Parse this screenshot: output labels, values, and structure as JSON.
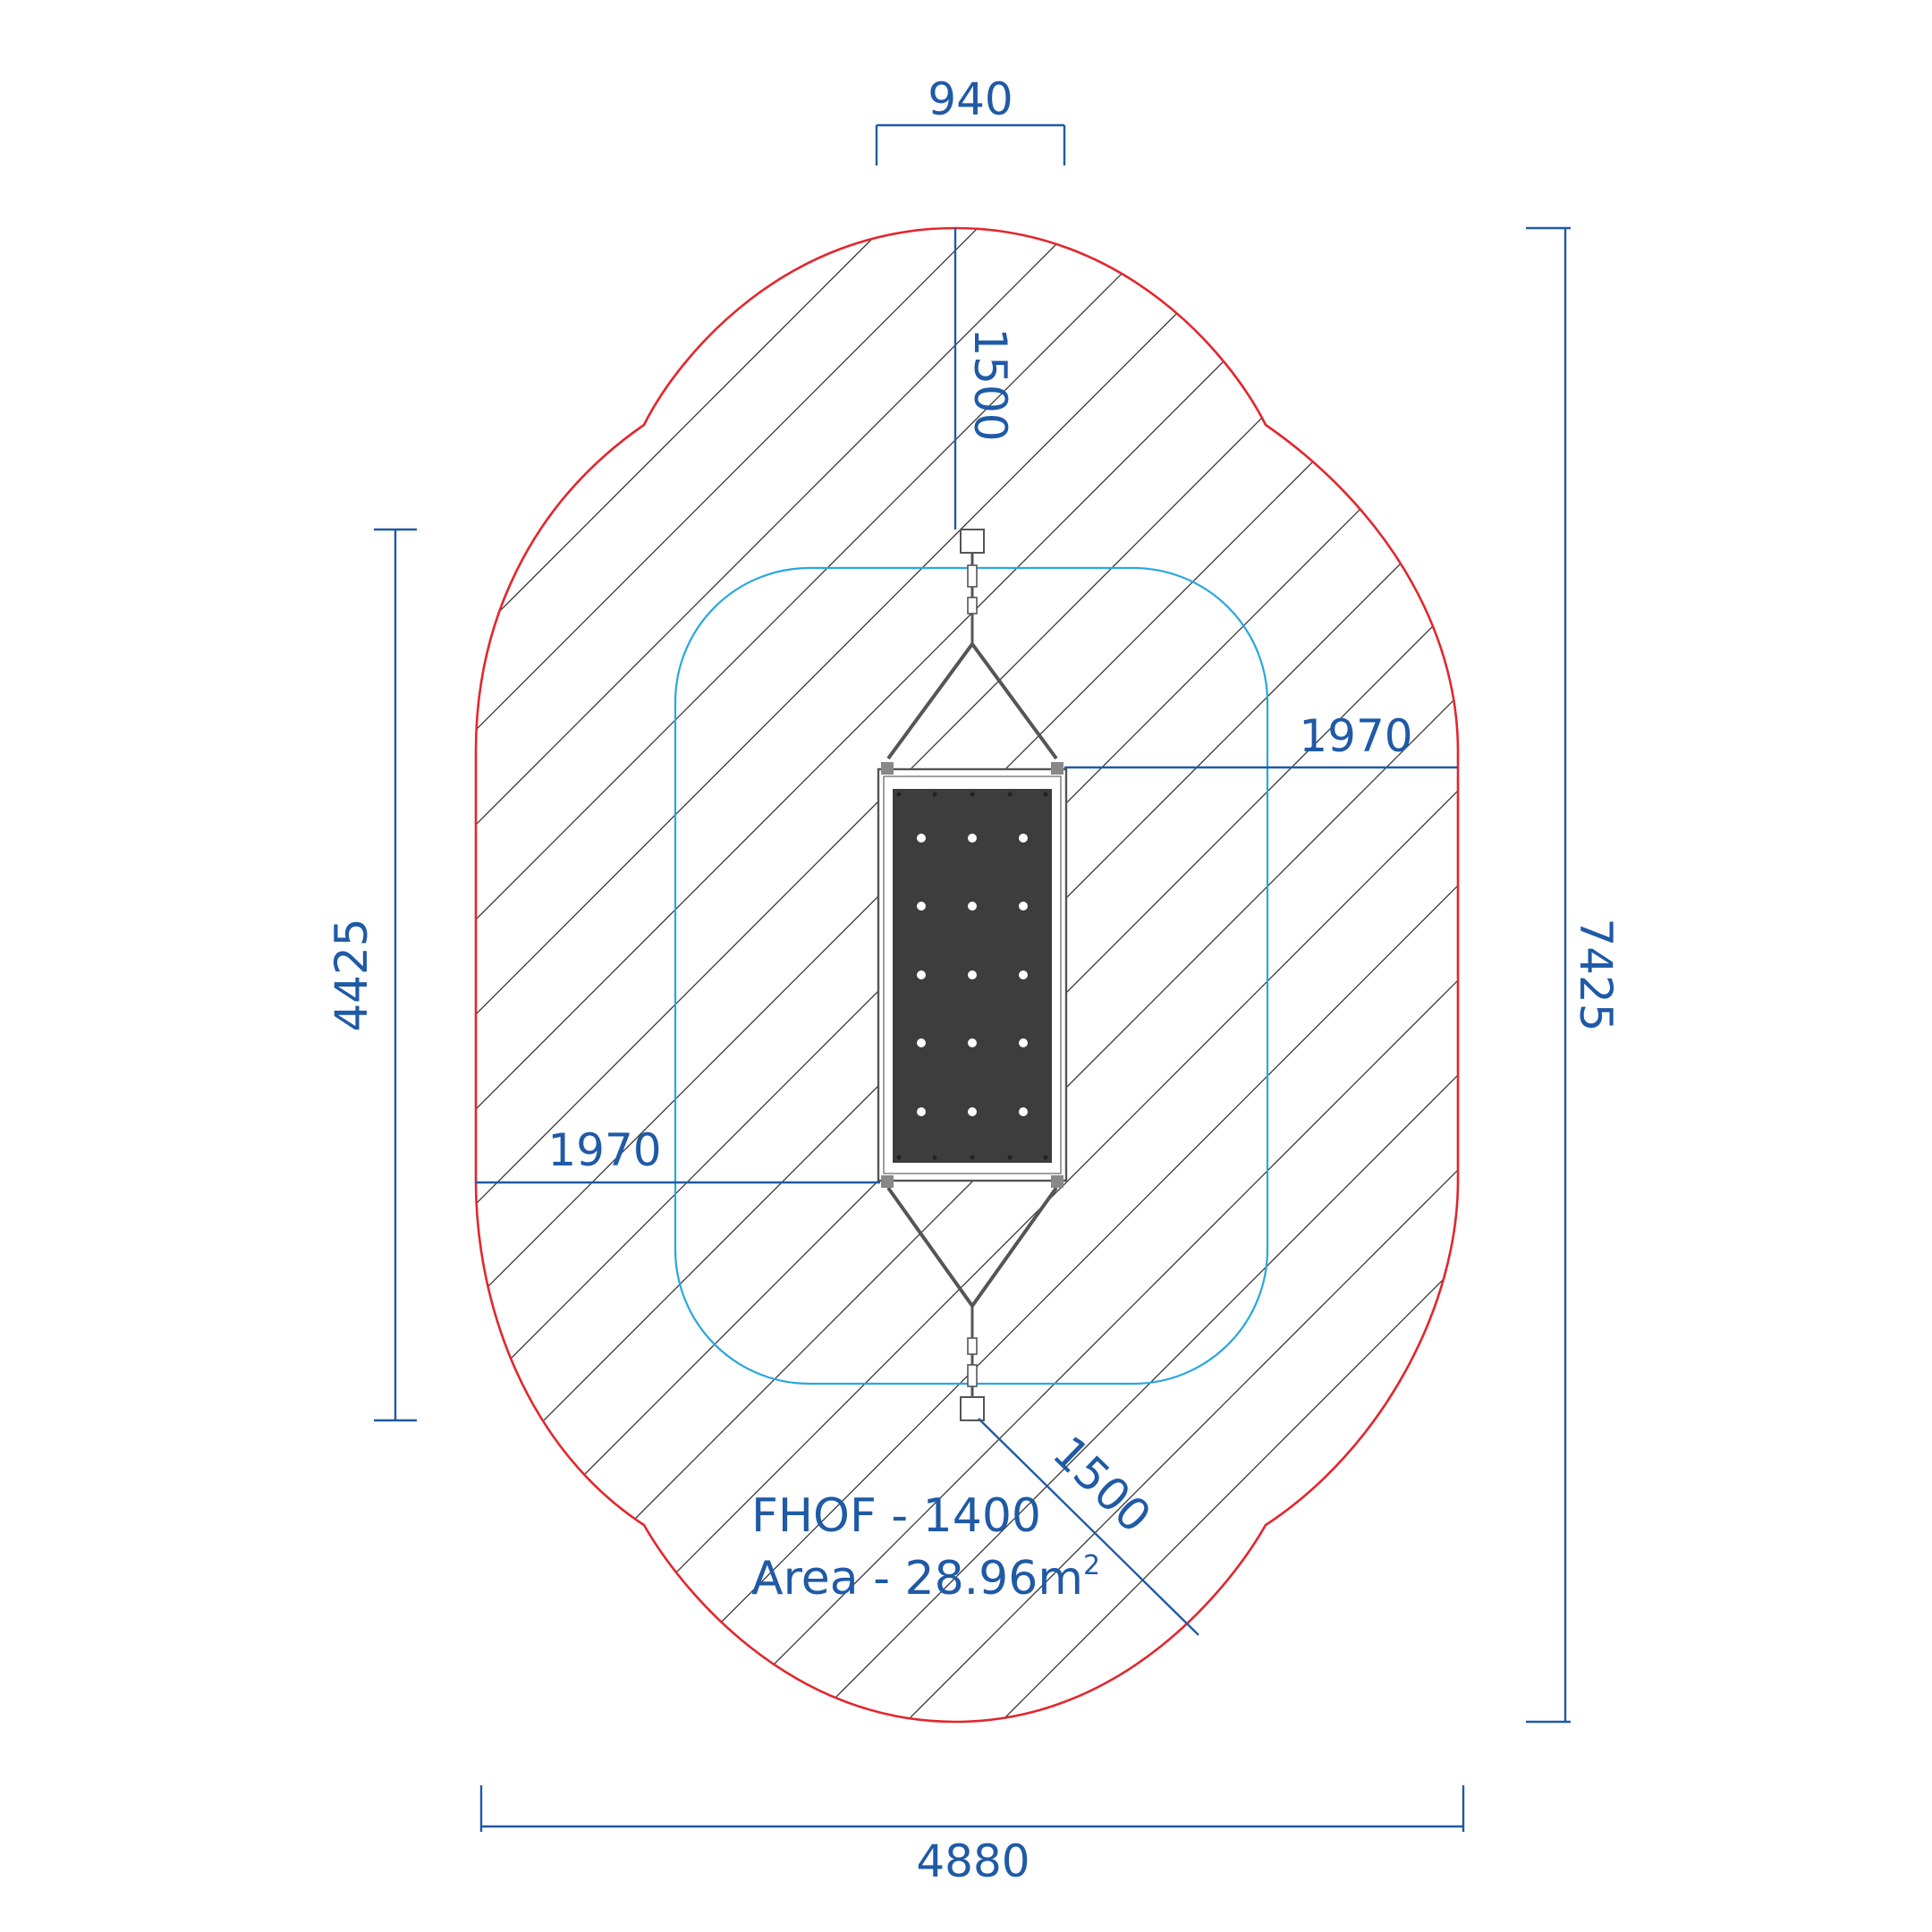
{
  "colors": {
    "dimension": "#1f5aa6",
    "safety_zone": "#e3262d",
    "free_space": "#2aa7de",
    "hatch": "#333333",
    "mat": "#3d3d3d",
    "frame": "#555555"
  },
  "dimensions": {
    "top_width": "940",
    "top_clearance": "1500",
    "right_side_clearance": "1970",
    "left_side_clearance": "1970",
    "left_height": "4425",
    "right_height": "7425",
    "bottom_width": "4880",
    "diagonal_clearance": "1500"
  },
  "info": {
    "fhof": "FHOF - 1400",
    "area_prefix": "Area - 28.96m",
    "area_unit_superscript": "2"
  }
}
